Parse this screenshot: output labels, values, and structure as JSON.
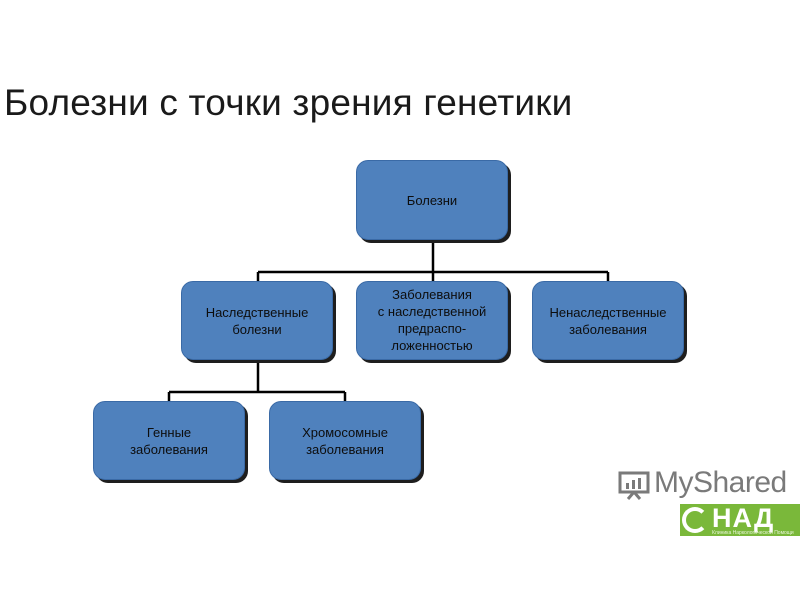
{
  "slide": {
    "title": "Болезни с точки зрения генетики"
  },
  "diagram": {
    "root": "Болезни",
    "level1": [
      "Наследственные\nболезни",
      "Заболевания\nс наследственной\nпредраспо-\nложенностью",
      "Ненаследственные\nзаболевания"
    ],
    "level2": [
      "Генные\nзаболевания",
      "Хромосомные\nзаболевания"
    ],
    "colors": {
      "box_fill": "#4f81bd",
      "connector": "#000000"
    }
  },
  "watermark": {
    "myshared_text": "MyShared",
    "nad_text": "НАД",
    "nad_subtitle": "Клиника Наркологической Помощи",
    "colors": {
      "myshared_gray": "#7a7a7a",
      "nad_green": "#7ab83a"
    }
  }
}
